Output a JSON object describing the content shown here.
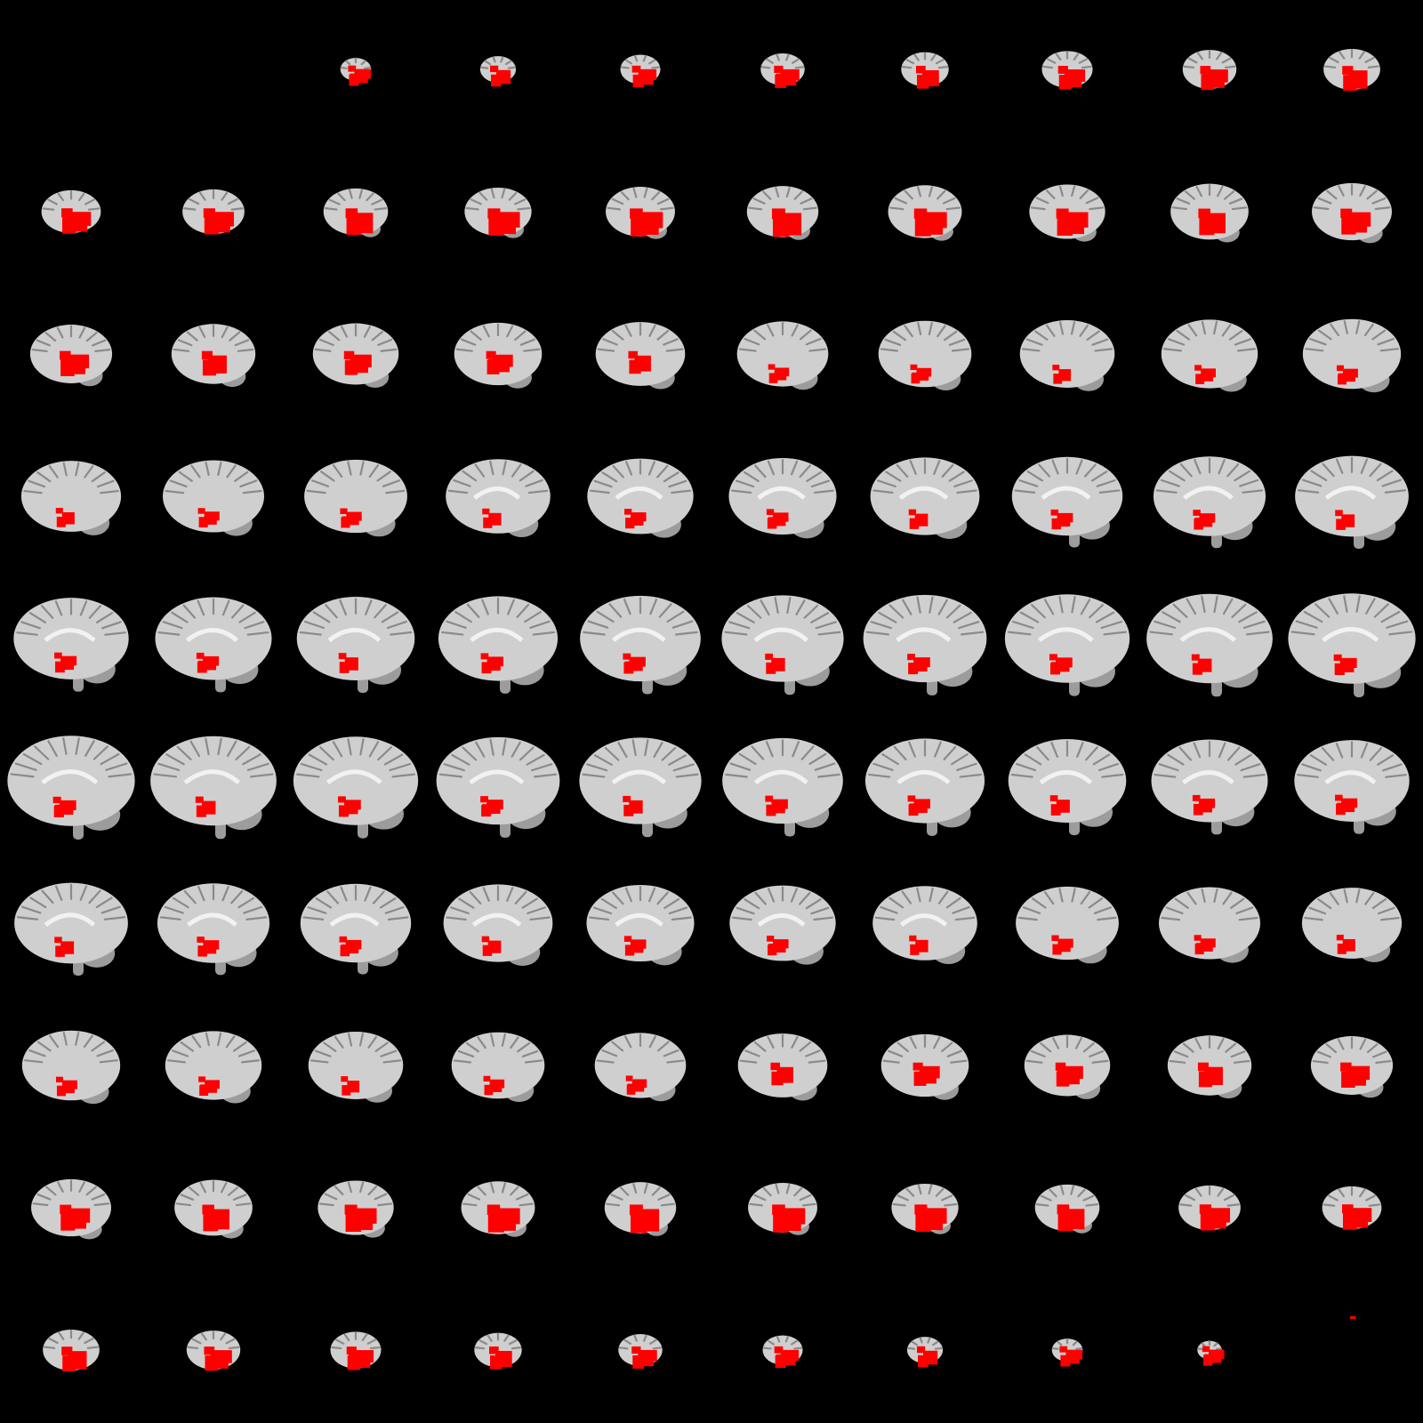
{
  "mosaic": {
    "view": "sagittal",
    "rows": 10,
    "columns": 10,
    "background_color": "#000000",
    "overlay_color": "#ff0000",
    "tissue_color": "#cfcfcf",
    "sulci_color": "#8a8a8a",
    "cerebellum_color": "#9c9c9c"
  }
}
